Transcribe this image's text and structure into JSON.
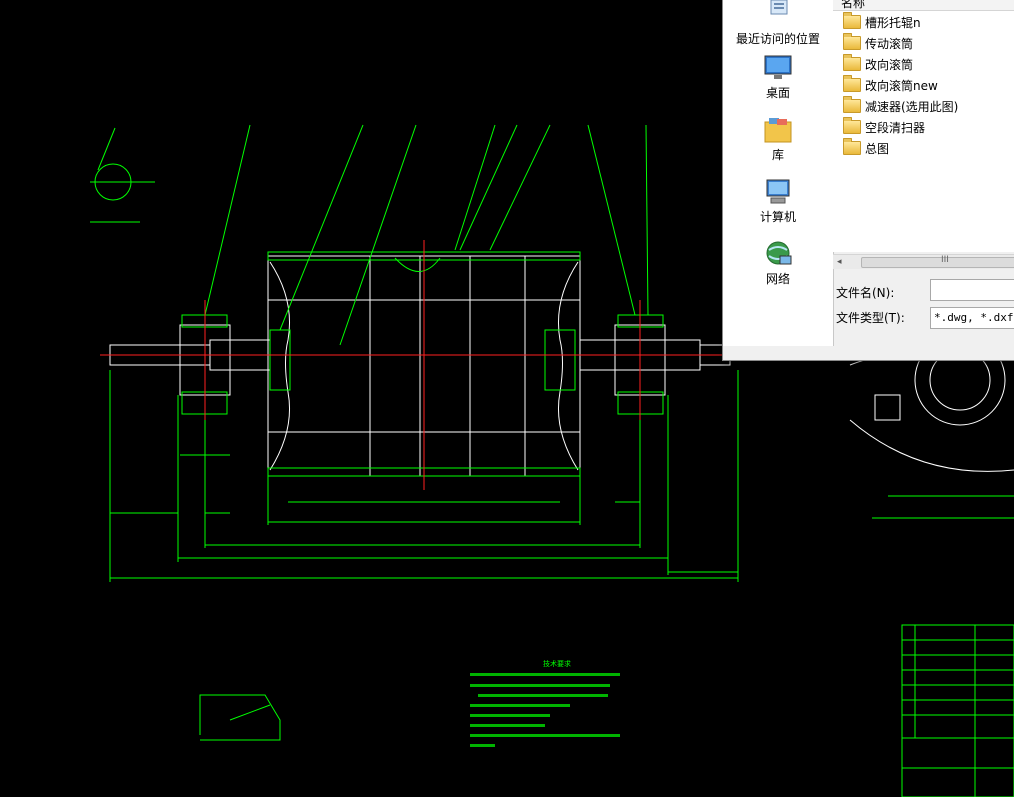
{
  "dialog": {
    "column_header": "名称",
    "places": [
      {
        "label": "最近访问的位置",
        "icon": "recent-places-icon"
      },
      {
        "label": "桌面",
        "icon": "desktop-icon"
      },
      {
        "label": "库",
        "icon": "libraries-icon"
      },
      {
        "label": "计算机",
        "icon": "computer-icon"
      },
      {
        "label": "网络",
        "icon": "network-icon"
      }
    ],
    "files": [
      "槽形托辊n",
      "传动滚筒",
      "改向滚筒",
      "改向滚筒new",
      "减速器(选用此图)",
      "空段清扫器",
      "总图"
    ],
    "filename_label": "文件名(N):",
    "filename_value": "",
    "filetype_label": "文件类型(T):",
    "filetype_value": "*.dwg, *.dxf",
    "scroll_grip": "III"
  },
  "drawing": {
    "colors": {
      "background": "#000000",
      "lines": "#00ff00",
      "centerline": "#ff2020",
      "body": "#ffffff"
    },
    "notes_title": "技术要求"
  }
}
